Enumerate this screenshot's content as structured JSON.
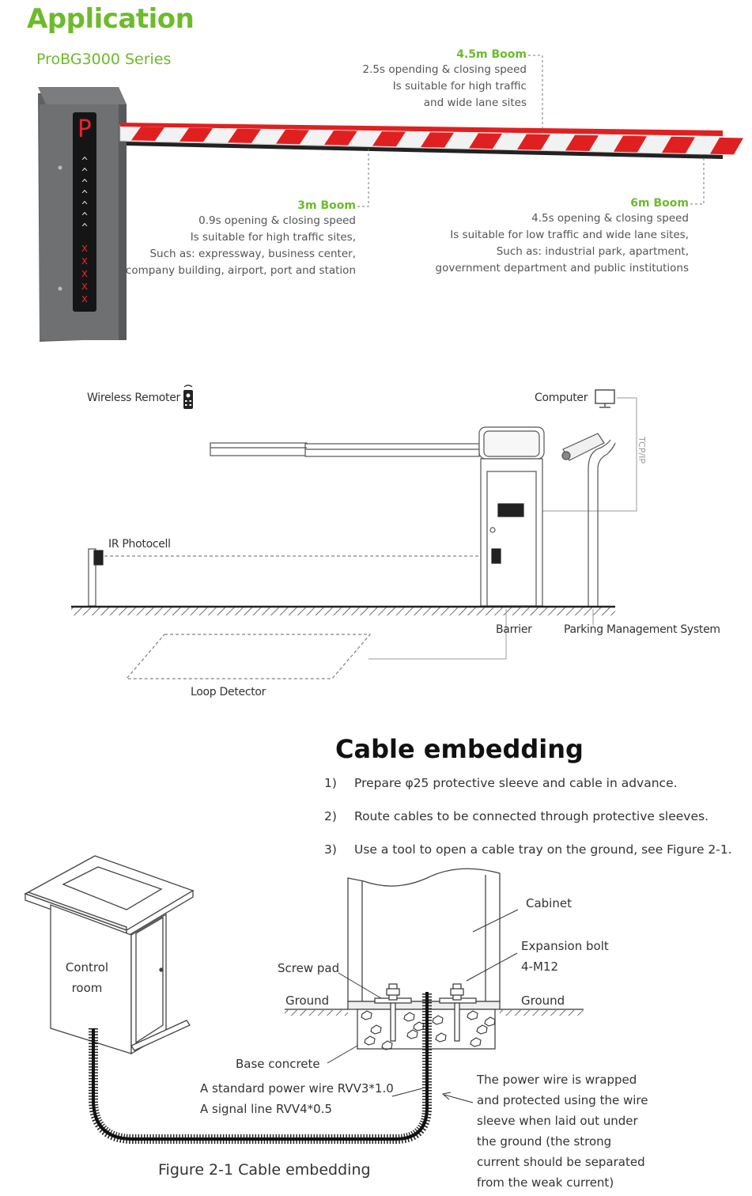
{
  "header": {
    "title": "Application",
    "series": "ProBG3000 Series"
  },
  "cabinet_display": {
    "letter": "P",
    "arrows": [
      "^",
      "^",
      "^",
      "^",
      "^",
      "^",
      "^"
    ],
    "crosses": [
      "x",
      "x",
      "x",
      "x",
      "x"
    ]
  },
  "booms": [
    {
      "name": "4.5m Boom",
      "lines": [
        "2.5s opending & closing speed",
        "Is suitable for high traffic",
        "and wide lane sites"
      ]
    },
    {
      "name": "3m Boom",
      "lines": [
        "0.9s opening & closing speed",
        "Is suitable for high traffic sites,",
        "Such as: expressway, business center,",
        "company building, airport, port and station"
      ]
    },
    {
      "name": "6m Boom",
      "lines": [
        "4.5s opening & closing speed",
        "Is suitable for low traffic and wide lane sites,",
        "Such as: industrial park, apartment,",
        "government department and public institutions"
      ]
    }
  ],
  "system_diagram": {
    "wireless_remoter": "Wireless Remoter",
    "computer": "Computer",
    "tcpip": "TCP/IP",
    "ir_photocell": "IR Photocell",
    "barrier": "Barrier",
    "parking_system": "Parking Management System",
    "loop_detector": "Loop Detector"
  },
  "cable_embedding": {
    "title": "Cable embedding",
    "steps": [
      {
        "num": "1)",
        "text": "Prepare φ25 protective sleeve and cable in advance."
      },
      {
        "num": "2)",
        "text": "Route cables to be connected through protective sleeves."
      },
      {
        "num": "3)",
        "text": "Use a tool to open a cable tray on the ground, see Figure 2-1."
      }
    ],
    "labels": {
      "control_room": [
        "Control",
        "room"
      ],
      "cabinet": "Cabinet",
      "expansion_bolt": [
        "Expansion bolt",
        "4-M12"
      ],
      "screw_pad": "Screw pad",
      "ground_left": "Ground",
      "ground_right": "Ground",
      "base_concrete": "Base concrete",
      "power_wire": "A standard power wire RVV3*1.0",
      "signal_line": "A signal line RVV4*0.5",
      "note": [
        "The power wire is wrapped",
        "and protected using the wire",
        "sleeve when laid out under",
        "the ground (the strong",
        "current should be separated",
        "from the weak current)"
      ]
    },
    "figure_caption": "Figure 2-1 Cable embedding"
  },
  "colors": {
    "green": "#6dbb2c",
    "boom_red": "#e02020",
    "cabinet_gray": "#6e7072",
    "display_red": "#e8242a"
  }
}
